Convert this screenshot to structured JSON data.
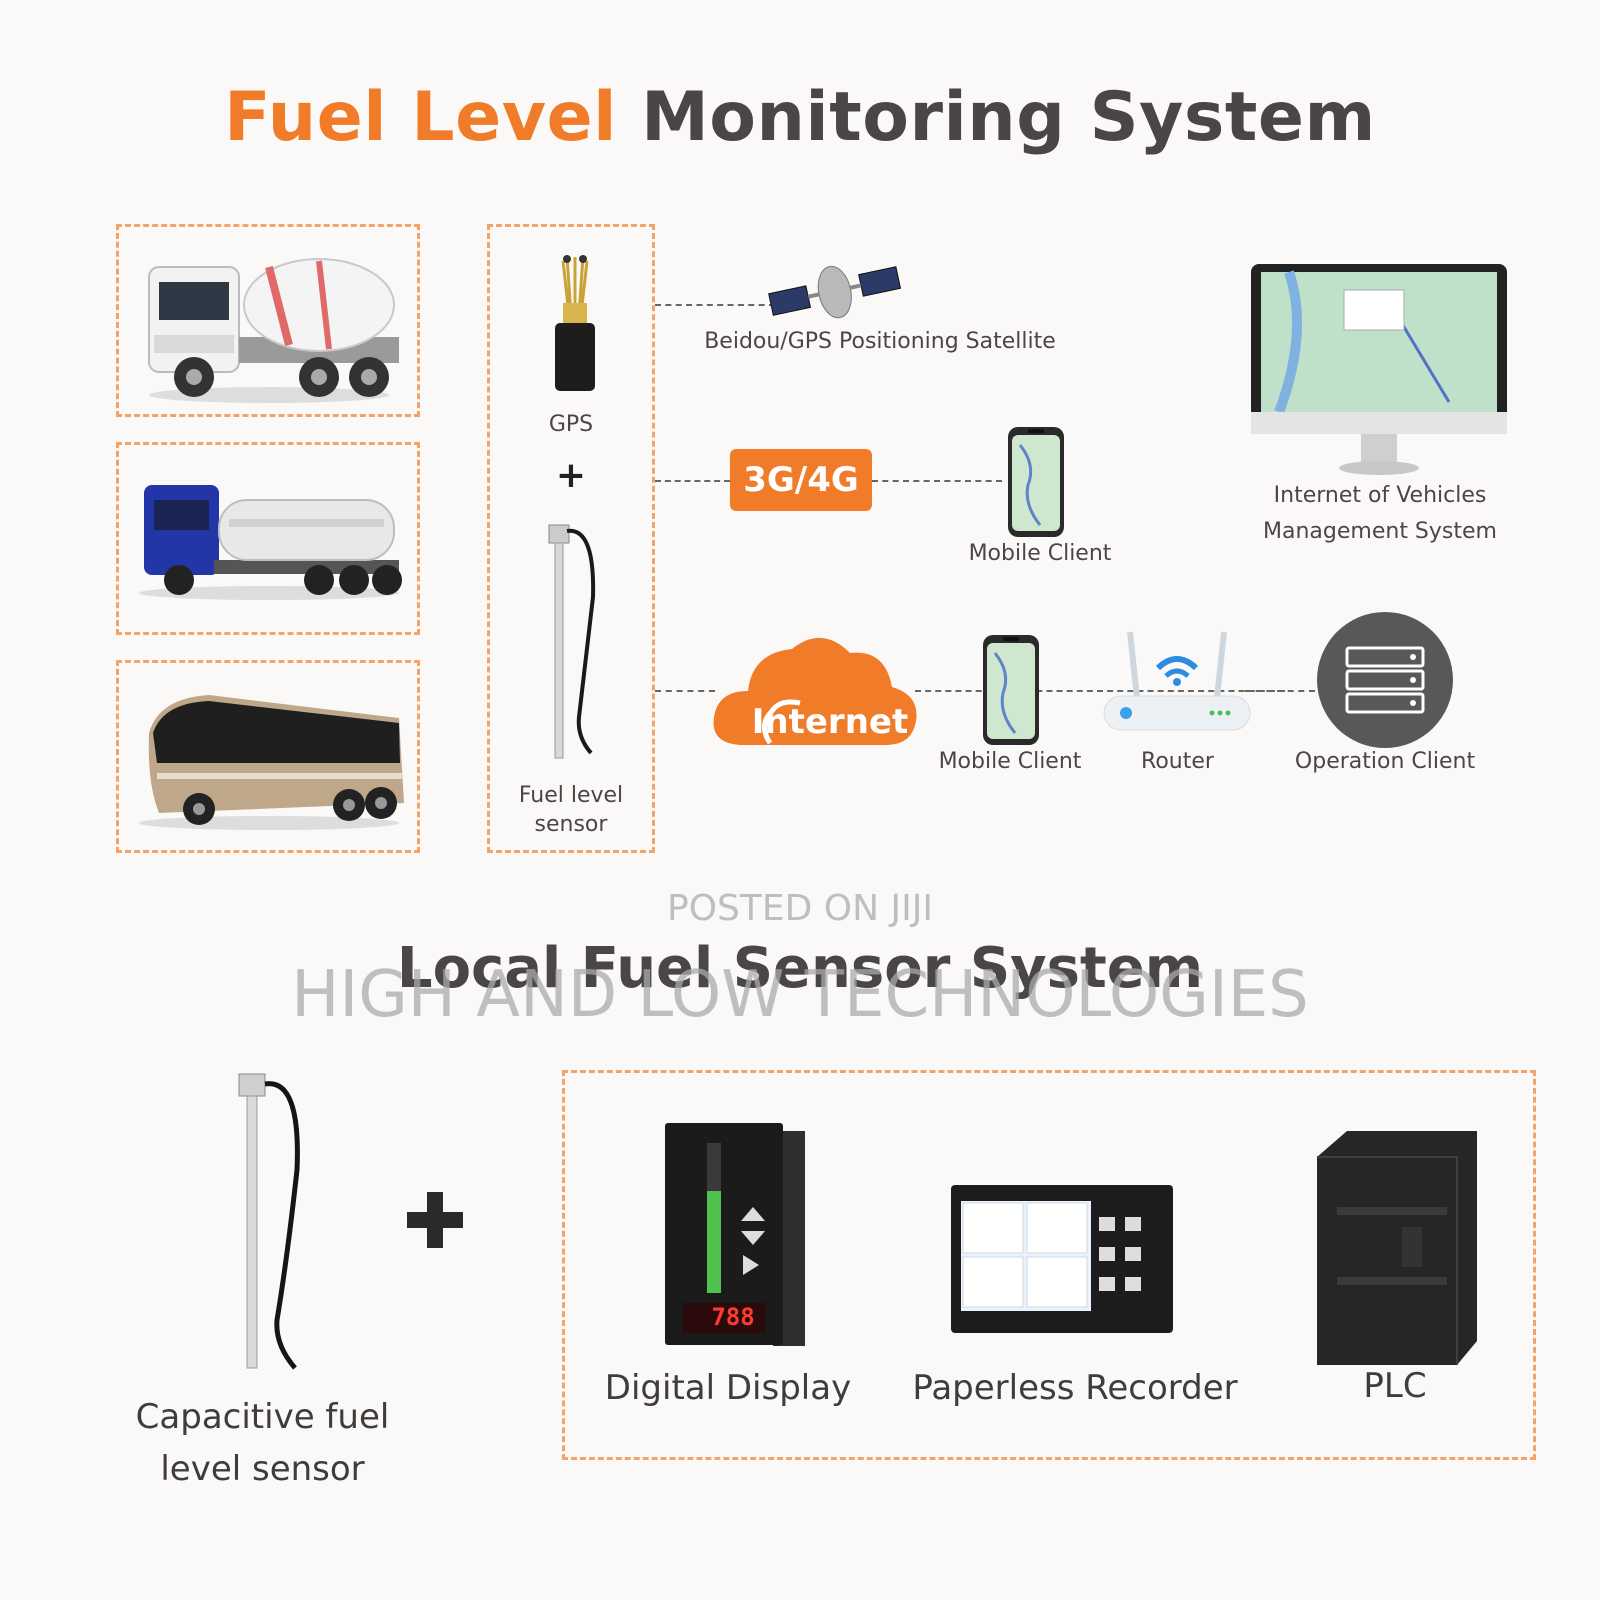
{
  "header": {
    "title_accent": "Fuel Level",
    "title_rest": "Monitoring System"
  },
  "network": {
    "gps_label": "GPS",
    "plus": "+",
    "fuel_sensor_label_line1": "Fuel level",
    "fuel_sensor_label_line2": "sensor",
    "satellite_label": "Beidou/GPS Positioning Satellite",
    "network_badge": "3G/4G",
    "mobile_client_label": "Mobile Client",
    "ivms_label_line1": "Internet of Vehicles",
    "ivms_label_line2": "Management System",
    "internet_label": "Internet",
    "mobile_client2_label": "Mobile Client",
    "router_label": "Router",
    "operation_client_label": "Operation Client"
  },
  "watermark": {
    "line1": "POSTED ON JIJI",
    "line2": "HIGH AND LOW TECHNOLOGIES"
  },
  "local": {
    "title": "Local Fuel Sensor System",
    "sensor_label_line1": "Capacitive fuel",
    "sensor_label_line2": "level sensor",
    "digital_display_label": "Digital Display",
    "recorder_label": "Paperless Recorder",
    "plc_label": "PLC",
    "display_readout": "788"
  },
  "colors": {
    "accent": "#f07c2a",
    "dash": "#f3a46b",
    "dark_text": "#4a4646"
  }
}
